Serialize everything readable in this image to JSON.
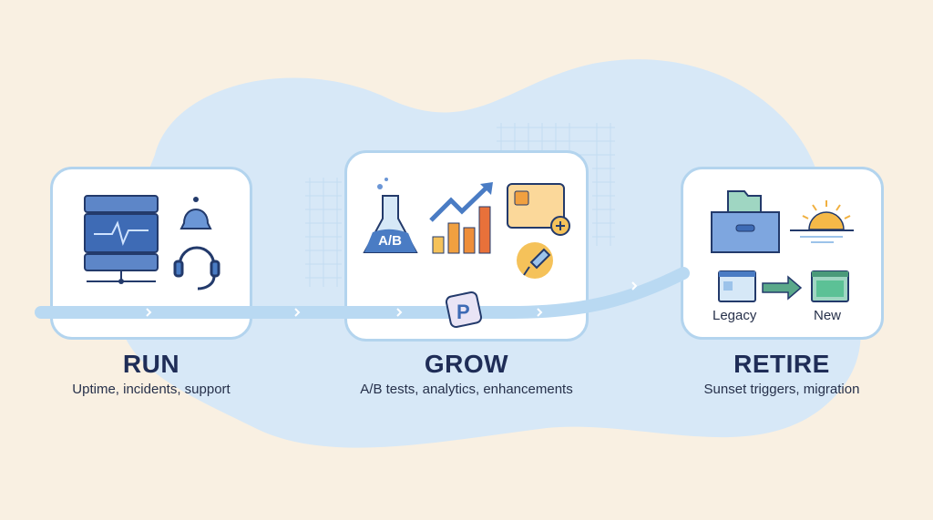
{
  "stages": [
    {
      "title": "RUN",
      "subtitle": "Uptime, incidents, support",
      "icons": [
        "server-icon",
        "bell-icon",
        "headset-icon"
      ]
    },
    {
      "title": "GROW",
      "subtitle": "A/B tests, analytics, enhancements",
      "icons": [
        "flask-icon",
        "growth-chart-icon",
        "feature-card-icon",
        "rocket-icon",
        "logo-badge-icon"
      ],
      "flask_label": "A/B"
    },
    {
      "title": "RETIRE",
      "subtitle": "Sunset triggers, migration",
      "icons": [
        "archive-box-icon",
        "sunset-icon",
        "legacy-window-icon",
        "arrow-right-icon",
        "new-window-icon"
      ],
      "legacy_label": "Legacy",
      "new_label": "New"
    }
  ],
  "colors": {
    "background": "#f9f0e2",
    "blob": "#d7e8f7",
    "band": "#b9d9f2",
    "title": "#1f2d57",
    "accent_blue": "#4a7cc4",
    "accent_orange": "#f0a040"
  }
}
